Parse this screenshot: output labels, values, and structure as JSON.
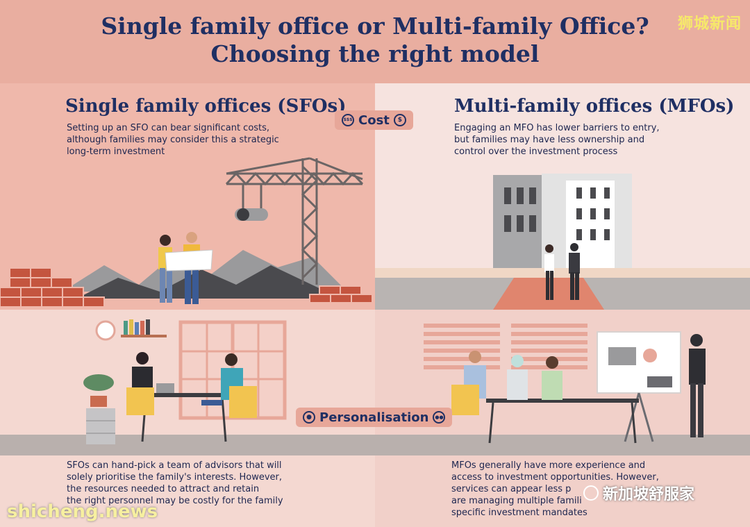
{
  "title": {
    "line1": "Single family office or Multi-family Office?",
    "line2": "Choosing the right model"
  },
  "watermarks": {
    "top_right": "狮城新闻",
    "bottom_left": "shicheng.news",
    "bottom_right": "新加坡舒服家"
  },
  "sfo": {
    "heading": "Single family offices (SFOs)",
    "cost_text": [
      "Setting up an SFO can bear significant costs,",
      "although families may consider this a strategic",
      "long-term investment"
    ],
    "personalisation_text": [
      "SFOs can hand-pick a team of advisors that will",
      "solely prioritise the family's interests. However,",
      "the resources needed to attract and retain",
      "the right personnel may be costly for the family"
    ]
  },
  "mfo": {
    "heading": "Multi-family offices (MFOs)",
    "cost_text": [
      "Engaging an MFO has lower barriers to entry,",
      "but families may have less ownership and",
      "control over the investment process"
    ],
    "personalisation_text": [
      "MFOs generally have more experience and",
      "access to investment opportunities. However,",
      "services can appear less p",
      "are managing multiple famili",
      "specific investment mandates"
    ]
  },
  "labels": {
    "cost": "Cost",
    "cost_icon_left": "$$$",
    "cost_icon_right": "$",
    "personalisation": "Personalisation"
  },
  "icons": [
    "dollars-icon",
    "dollar-icon",
    "person-icon",
    "group-icon",
    "wechat-icon"
  ],
  "colors": {
    "navy": "#1f2f63",
    "banner": "#e9aea0",
    "sfo_bg": "#efb8ab",
    "mfo_bg": "#f6e3df",
    "watermark_yellow": "#f6e96a"
  }
}
